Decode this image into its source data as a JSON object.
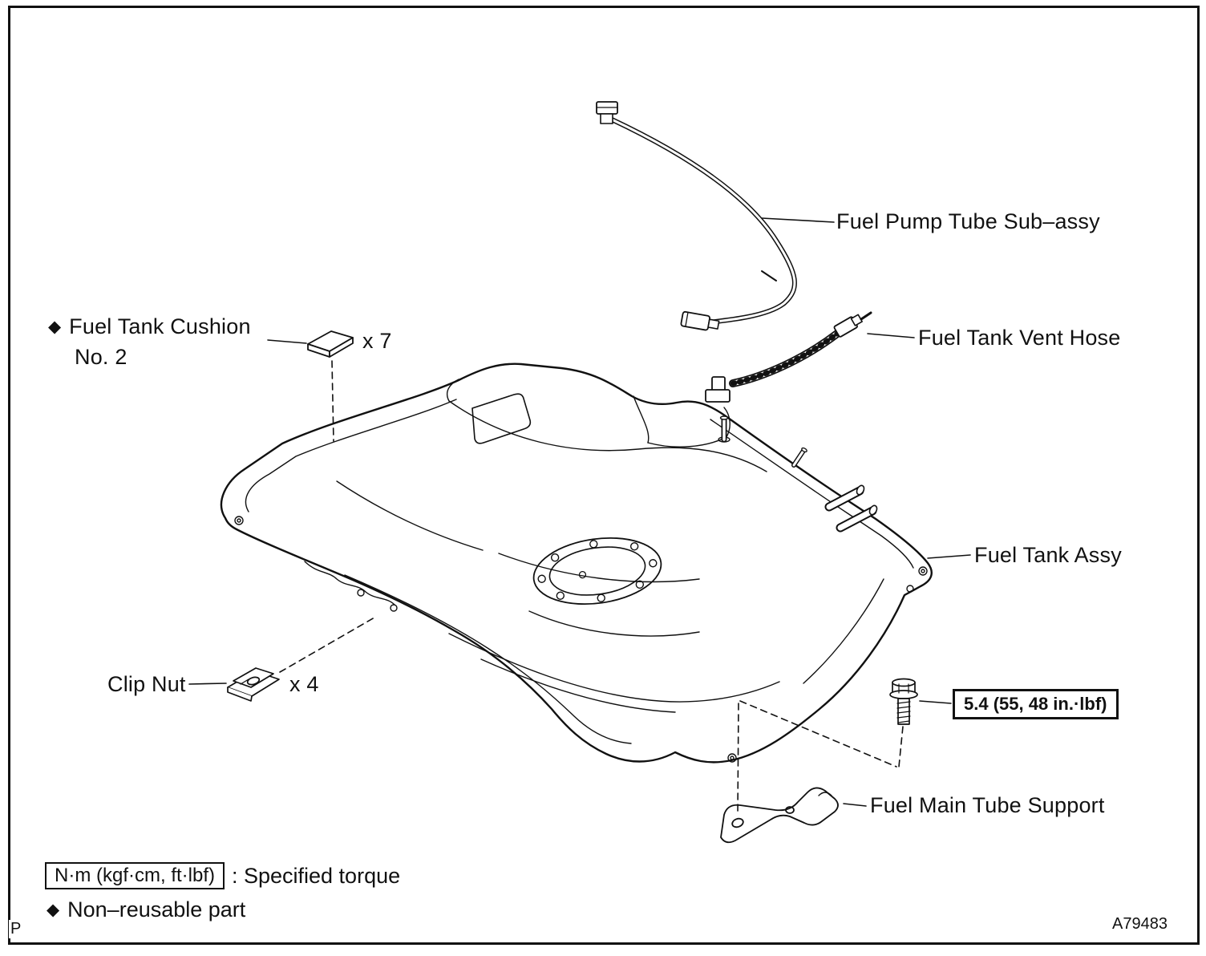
{
  "labels": {
    "fuel_pump_tube": "Fuel Pump Tube Sub–assy",
    "fuel_tank_vent_hose": "Fuel Tank Vent Hose",
    "fuel_tank_assy": "Fuel Tank Assy",
    "fuel_main_tube_support": "Fuel Main Tube Support",
    "fuel_tank_cushion_line1": "Fuel Tank Cushion",
    "fuel_tank_cushion_line2": "No. 2",
    "fuel_tank_cushion_qty": "x 7",
    "clip_nut": "Clip Nut",
    "clip_nut_qty": "x 4"
  },
  "torque": {
    "value": "5.4 (55, 48 in.·lbf)"
  },
  "legend": {
    "torque_box": "N·m (kgf·cm, ft·lbf)",
    "torque_caption": ": Specified torque",
    "non_reusable": "Non–reusable part"
  },
  "symbols": {
    "diamond": "◆"
  },
  "footer": {
    "figure_code": "A79483",
    "page_marker": "P"
  },
  "colors": {
    "ink": "#111111",
    "background": "#ffffff"
  }
}
